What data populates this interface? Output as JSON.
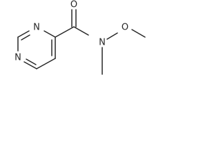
{
  "molecule": {
    "atoms": {
      "n_top": "N",
      "n_bottom": "N",
      "o_carbonyl": "O",
      "n_amide": "N",
      "o_methoxy": "O"
    }
  },
  "colors": {
    "bond": "#262626",
    "label": "#262626",
    "background": "#ffffff"
  }
}
